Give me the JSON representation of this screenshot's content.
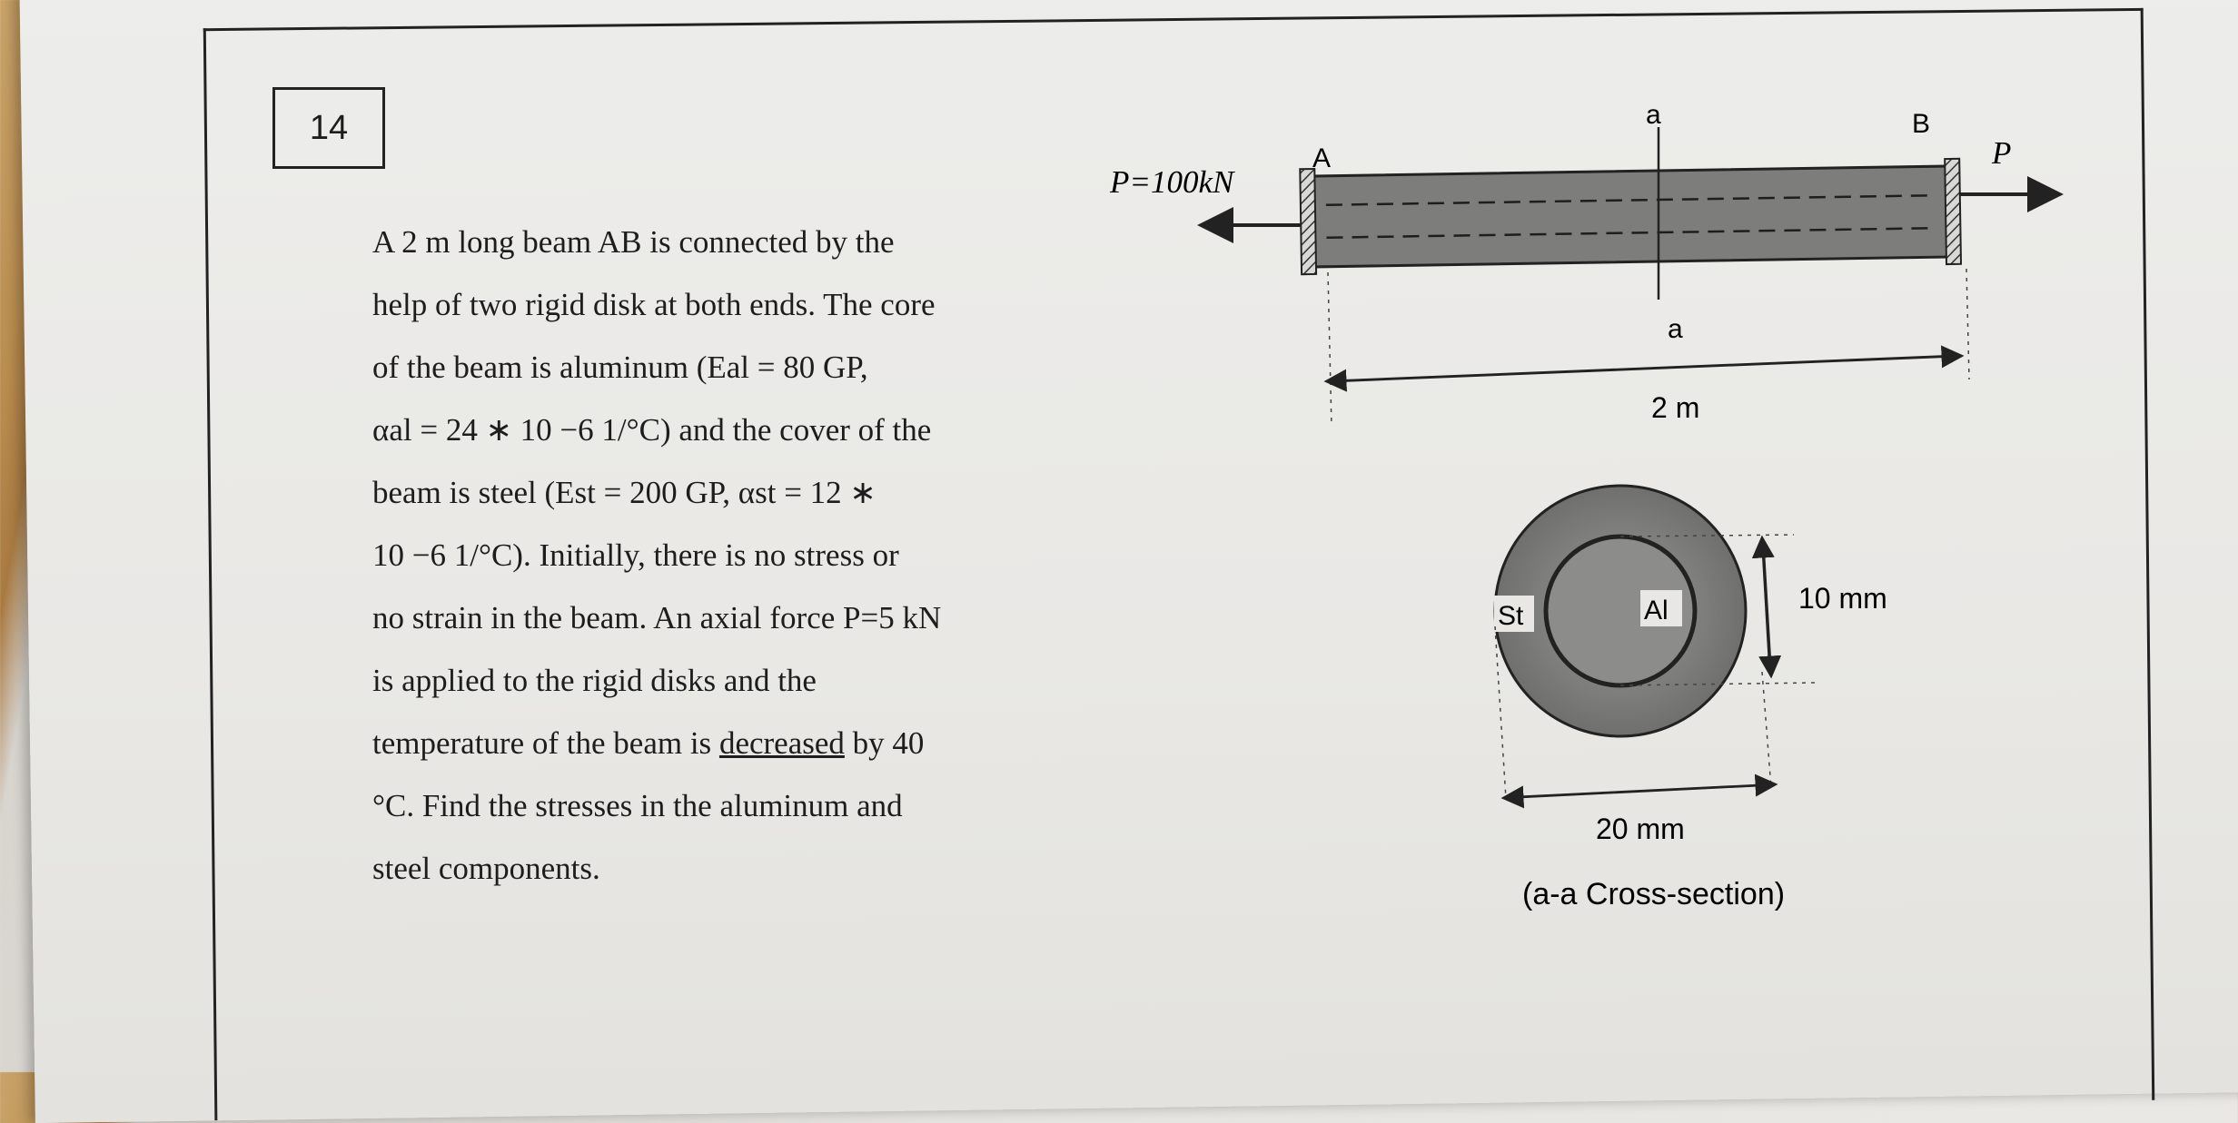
{
  "problem": {
    "number": "14",
    "lines": [
      "A 2 m long beam AB is connected by the",
      "help of two rigid disk at both ends. The core",
      "of the beam is aluminum        (Eal = 80 GP,",
      "αal = 24 ∗ 10 −6   1/°C) and the cover of the",
      "beam is steel (Est = 200 GP,   αst = 12 ∗",
      "10 −6   1/°C).  Initially, there is no stress or",
      "no strain in the beam. An axial force P=5 kN",
      "is applied to the rigid disks and the"
    ],
    "line9_before": "temperature of the beam is ",
    "line9_underlined": "decreased",
    "line9_after": " by 40",
    "lines_end": [
      "°C. Find the stresses in the aluminum and",
      "steel components."
    ]
  },
  "figure": {
    "load_left": "P=100kN",
    "load_right": "P",
    "end_a": "A",
    "end_b": "B",
    "section_top": "a",
    "section_bottom": "a",
    "length": "2 m",
    "steel_label": "St",
    "aluminum_label": "Al",
    "inner_dim": "10 mm",
    "outer_dim": "20 mm",
    "caption": "(a-a Cross-section)"
  }
}
